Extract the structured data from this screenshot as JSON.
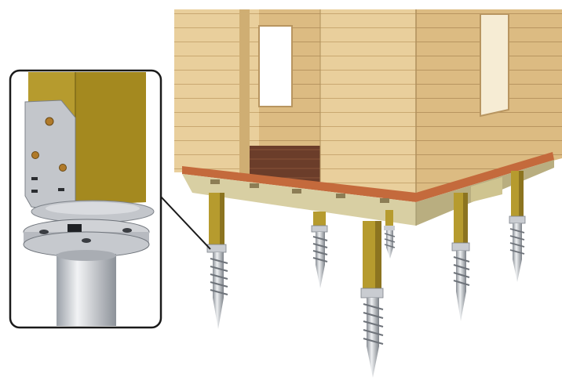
{
  "figure": {
    "description_labels": [],
    "components": {
      "building": "timber-house-module",
      "foundation": "screw-pile-foundation",
      "detail": "pile-head-connector-detail"
    },
    "colors": {
      "background": "#ffffff",
      "wall_panel": "#e9cf9c",
      "wall_panel_shade": "#d8b679",
      "board_line": "#b89560",
      "floor_deck": "#6b3d2a",
      "sill_plate": "#c46a3c",
      "beam": "#d8cfa3",
      "post": "#b69b2e",
      "post_shade": "#8c7420",
      "metal": "#c9ccd1",
      "metal_dark": "#8b8f96",
      "callout_border": "#1a1a1a"
    },
    "pile_count": 6
  }
}
